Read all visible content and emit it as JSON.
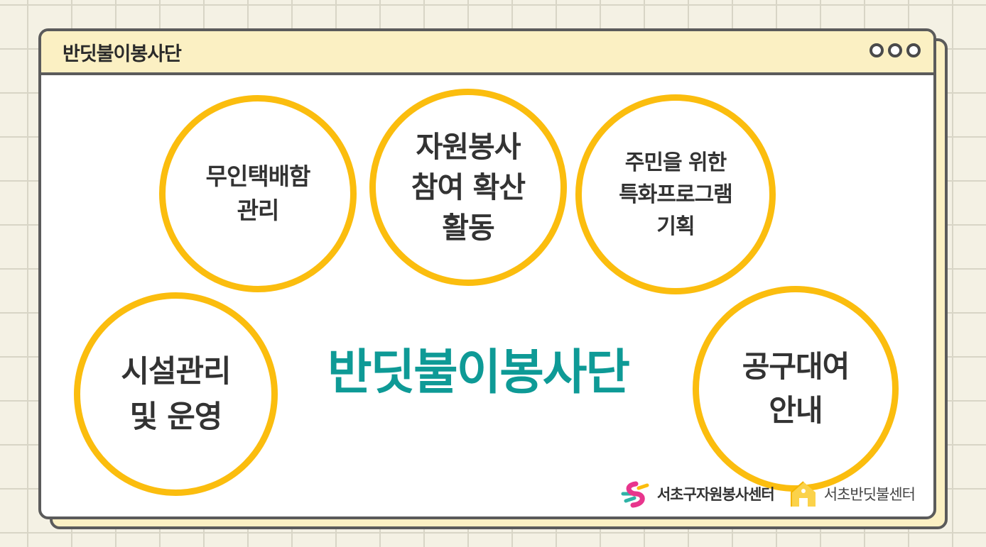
{
  "window": {
    "title": "반딧불이봉사단"
  },
  "bubbles": [
    {
      "lines": [
        "무인택배함",
        "관리"
      ]
    },
    {
      "lines": [
        "자원봉사",
        "참여 확산",
        "활동"
      ]
    },
    {
      "lines": [
        "주민을 위한",
        "특화프로그램",
        "기획"
      ]
    },
    {
      "lines": [
        "시설관리",
        "및 운영"
      ]
    },
    {
      "lines": [
        "공구대여",
        "안내"
      ]
    }
  ],
  "main": {
    "title": "반딧불이봉사단"
  },
  "footer": {
    "logo1": "서초구자원봉사센터",
    "logo2": "서초반딧불센터"
  },
  "colors": {
    "accent_yellow": "#fbbd0e",
    "title_teal": "#0e9a96",
    "titlebar": "#fbf0c3",
    "border": "#5b5b5b"
  }
}
